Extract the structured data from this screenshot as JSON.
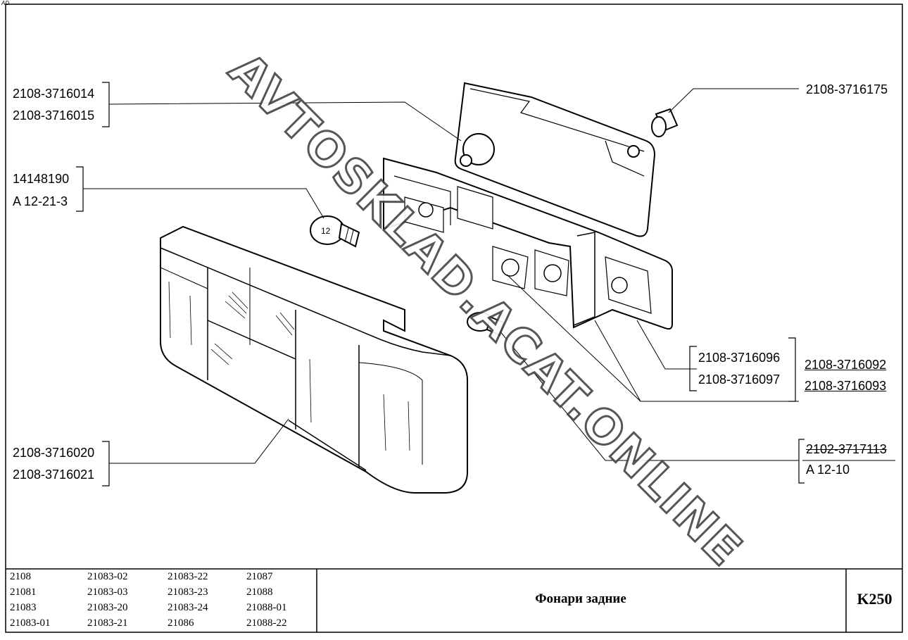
{
  "corner_mark": "AD",
  "watermark": "AVTOSKLAD.ACAT.ONLINE",
  "labels": {
    "l1a": "2108-3716014",
    "l1b": "2108-3716015",
    "l2a": "14148190",
    "l2b": "A 12-21-3",
    "l3a": "2108-3716020",
    "l3b": "2108-3716021",
    "r1": "2108-3716175",
    "r2a": "2108-3716096",
    "r2b": "2108-3716097",
    "r3a": "2108-3716092",
    "r3b": "2108-3716093",
    "r4a": "2102-3717113",
    "r4b": "A 12-10",
    "bulb_mark": "12"
  },
  "models": {
    "col1": [
      "2108",
      "21081",
      "21083",
      "21083-01"
    ],
    "col2": [
      "21083-02",
      "21083-03",
      "21083-20",
      "21083-21"
    ],
    "col3": [
      "21083-22",
      "21083-23",
      "21083-24",
      "21086"
    ],
    "col4": [
      "21087",
      "21088",
      "21088-01",
      "21088-22"
    ]
  },
  "title": "Фонари задние",
  "code": "K250"
}
